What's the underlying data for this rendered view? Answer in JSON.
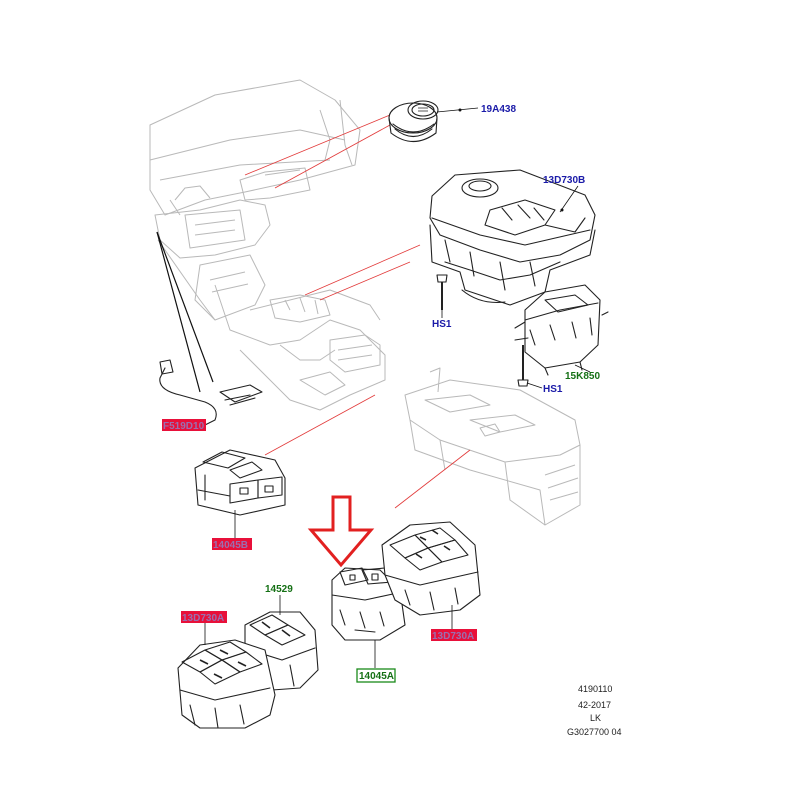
{
  "colors": {
    "blue_label": "#1a1aa8",
    "green_label": "#157015",
    "red_highlight": "#e8103a",
    "purple_highlight": "#9b6fb0",
    "green_box": "#1a8a1a",
    "arrow_red": "#e22020",
    "leader_red": "#e23a3a"
  },
  "labels": {
    "l19A438": "19A438",
    "l13D730B": "13D730B",
    "hs1_top": "HS1",
    "hs1_right": "HS1",
    "l15K850": "15K850",
    "lF519D10": "F519D10",
    "l14045B": "14045B",
    "l14529": "14529",
    "l13D730A_left": "13D730A",
    "l13D730A_right": "13D730A",
    "l14045A": "14045A"
  },
  "meta": {
    "line1": "4190110",
    "line2": "42-2017",
    "line3": "LK",
    "line4": "G3027700 04"
  },
  "indicator": {
    "icon": "down-arrow-icon"
  }
}
